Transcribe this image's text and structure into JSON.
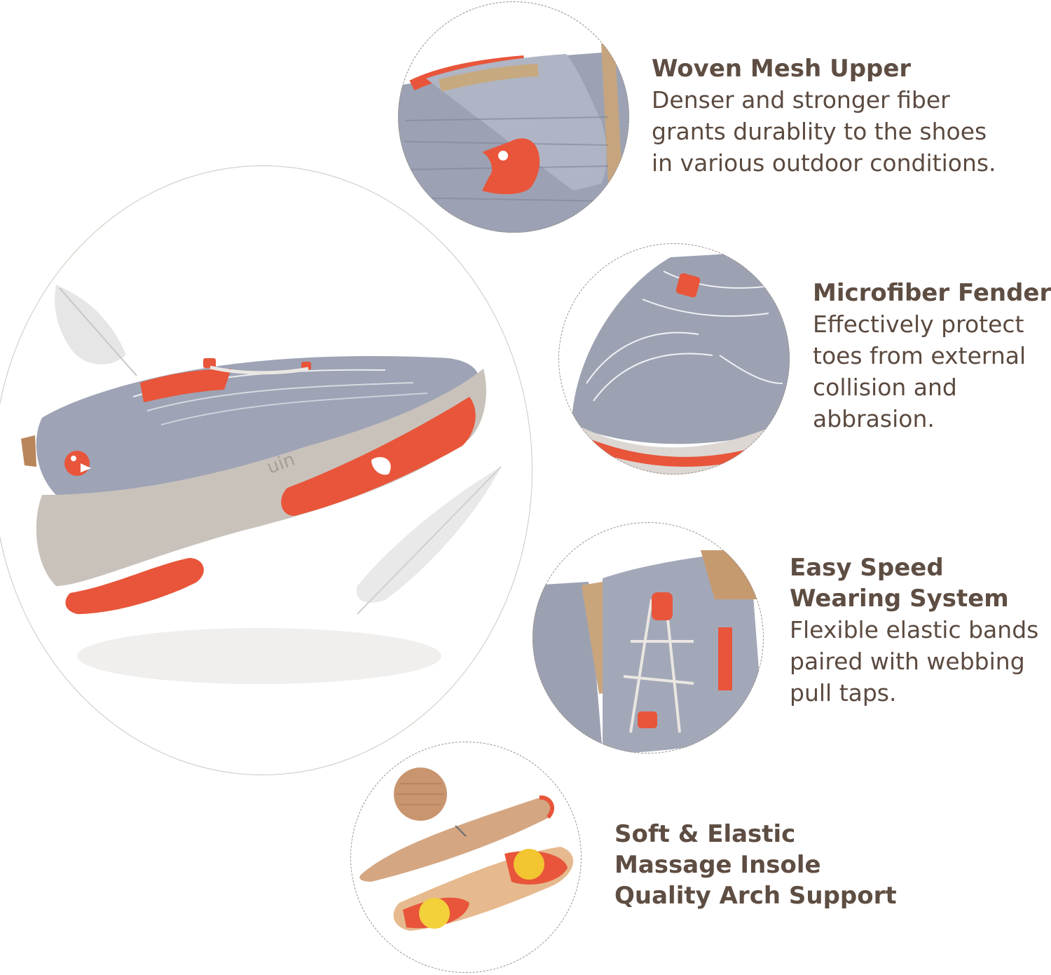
{
  "features": [
    {
      "title_lines": [
        "Woven Mesh Upper"
      ],
      "desc_lines": [
        "Denser and stronger fiber",
        "grants durablity to the shoes",
        "in various outdoor conditions."
      ]
    },
    {
      "title_lines": [
        "Microfiber Fenders"
      ],
      "desc_lines": [
        "Effectively protect",
        "toes from external",
        "collision and",
        "abbrasion."
      ]
    },
    {
      "title_lines": [
        "Easy Speed",
        "Wearing System"
      ],
      "desc_lines": [
        "Flexible elastic bands",
        "paired with webbing",
        "pull taps."
      ]
    },
    {
      "title_lines": [
        "Soft & Elastic",
        "Massage Insole",
        "Quality Arch Support"
      ],
      "desc_lines": []
    }
  ],
  "colors": {
    "text": "#5e4d42",
    "accent_orange": "#e8553a",
    "mesh_grey": "#9aa0b0",
    "sole_grey": "#c9c2bb"
  },
  "icons": [
    "feather-icon",
    "logo-mark-icon"
  ]
}
